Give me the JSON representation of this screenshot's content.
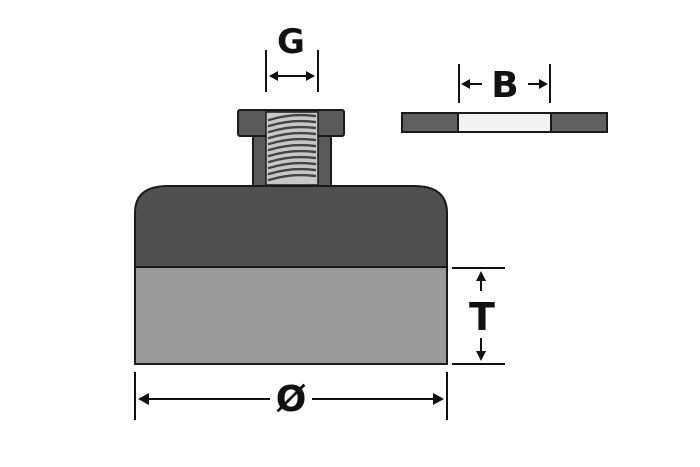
{
  "labels": {
    "thread": "G",
    "washer": "B",
    "thickness": "T",
    "diameter": "Ø"
  },
  "colors": {
    "background": "#ffffff",
    "cap": "#505050",
    "base": "#9a9a9a",
    "nut": "#5a5a5a",
    "thread_bg": "#c8c8c8",
    "thread_line": "#444444",
    "washer_dark": "#606060",
    "washer_light": "#f2f2f2",
    "outline": "#1a1a1a",
    "dimension": "#111111"
  }
}
